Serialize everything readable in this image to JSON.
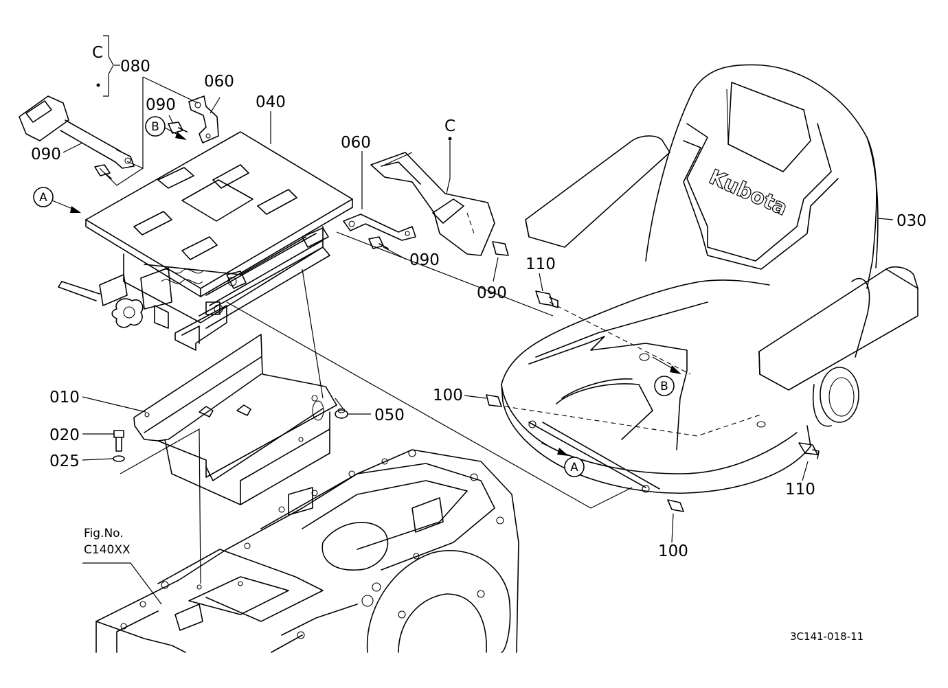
{
  "parts": {
    "p010": "010",
    "p020": "020",
    "p025": "025",
    "p030": "030",
    "p040": "040",
    "p050": "050",
    "p060_left": "060",
    "p060_mid": "060",
    "p080": "080",
    "p090_top": "090",
    "p090_left": "090",
    "p090_mid": "090",
    "p090_right": "090",
    "p100_left": "100",
    "p100_bottom": "100",
    "p110_top": "110",
    "p110_right": "110"
  },
  "refs": {
    "a_left": "A",
    "a_right": "A",
    "b_left": "B",
    "b_right": "B",
    "c_left": "C",
    "c_mid": "C"
  },
  "fig_ref": {
    "line1": "Fig.No.",
    "line2": "C140XX"
  },
  "logo_text": "Kubota",
  "drawing_code": "3C141-018-11"
}
